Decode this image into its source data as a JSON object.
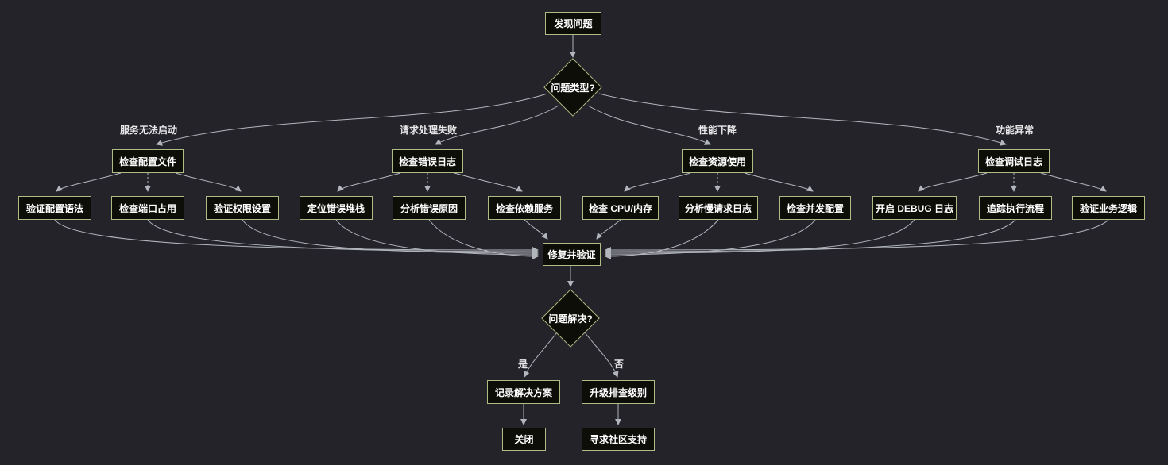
{
  "flowchart": {
    "start": "发现问题",
    "type_question": "问题类型?",
    "branches": [
      {
        "label": "服务无法启动",
        "step": "检查配置文件",
        "children": [
          "验证配置语法",
          "检查端口占用",
          "验证权限设置"
        ]
      },
      {
        "label": "请求处理失败",
        "step": "检查错误日志",
        "children": [
          "定位错误堆栈",
          "分析错误原因",
          "检查依赖服务"
        ]
      },
      {
        "label": "性能下降",
        "step": "检查资源使用",
        "children": [
          "检查 CPU/内存",
          "分析慢请求日志",
          "检查并发配置"
        ]
      },
      {
        "label": "功能异常",
        "step": "检查调试日志",
        "children": [
          "开启 DEBUG 日志",
          "追踪执行流程",
          "验证业务逻辑"
        ]
      }
    ],
    "fix": "修复并验证",
    "solved_question": "问题解决?",
    "yes_label": "是",
    "no_label": "否",
    "yes_path": [
      "记录解决方案",
      "关闭"
    ],
    "no_path": [
      "升级排查级别",
      "寻求社区支持"
    ],
    "colors": {
      "background": "#232329",
      "node_fill": "#0e0e08",
      "node_border": "#aebd85",
      "edge": "#b2b6bc",
      "text": "#ffffff"
    }
  }
}
